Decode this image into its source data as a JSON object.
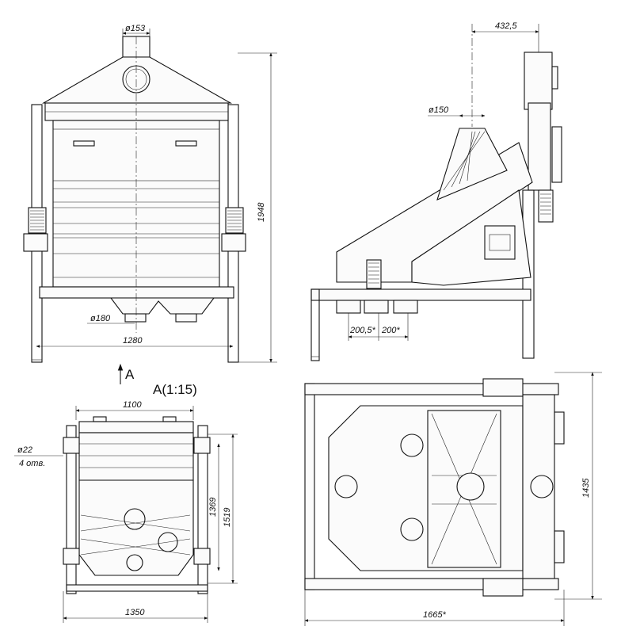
{
  "dims": {
    "d153": "ø153",
    "d150": "ø150",
    "d180": "ø180",
    "d22": "ø22",
    "holes": "4 отв.",
    "w1280": "1280",
    "h1948": "1948",
    "w432": "432,5",
    "w200_5": "200,5*",
    "w200": "200*",
    "w1100": "1100",
    "h1369": "1369",
    "h1519": "1519",
    "w1350": "1350",
    "w1665": "1665*",
    "h1435": "1435"
  },
  "labels": {
    "arrow": "A",
    "view": "A(1:15)"
  }
}
